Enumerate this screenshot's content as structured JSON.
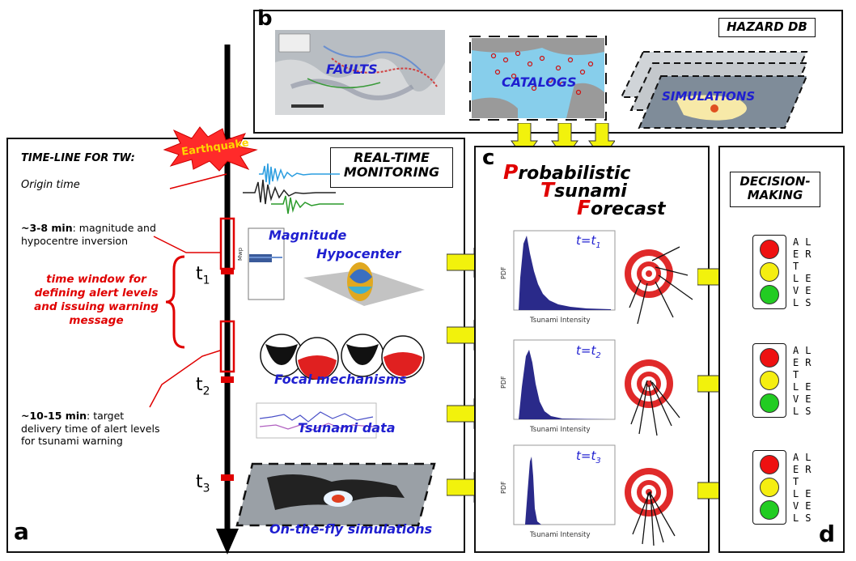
{
  "panels": {
    "a": "a",
    "b": "b",
    "c": "c",
    "d": "d"
  },
  "hazard_db": {
    "title": "HAZARD DB",
    "faults": "FAULTS",
    "catalogs": "CATALOGS",
    "simulations": "SIMULATIONS"
  },
  "timeline": {
    "heading": "TIME-LINE FOR TW:",
    "earthquake": "Earthquake",
    "origin_time": "Origin time",
    "step1_bold": "~3-8 min",
    "step1_rest": ": magnitude and hypocentre inversion",
    "window_text": "time window for defining alert levels and issuing warning message",
    "step2_bold": "~10-15 min",
    "step2_rest": ": target delivery time of alert levels for tsunami warning",
    "t1": "t",
    "t2": "t",
    "t3": "t",
    "t1_sub": "1",
    "t2_sub": "2",
    "t3_sub": "3"
  },
  "monitoring": {
    "title": "REAL-TIME MONITORING",
    "magnitude": "Magnitude",
    "hypocenter": "Hypocenter",
    "focal": "Focal mechanisms",
    "tsunami_data": "Tsunami data",
    "on_the_fly": "On-the-fly simulations",
    "mw_label": "Mwp"
  },
  "forecast": {
    "letters": [
      "P",
      "T",
      "F"
    ],
    "rests": [
      "robabilistic",
      "sunami",
      "orecast"
    ],
    "pdf_label": "PDF",
    "x_label": "Tsunami Intensity",
    "t_labels": [
      "t=t",
      "t=t",
      "t=t"
    ],
    "t_subs": [
      "1",
      "2",
      "3"
    ]
  },
  "decision": {
    "title": "DECISION-MAKING",
    "alert_levels": "ALERT LEVELS",
    "colors": [
      "#ee1111",
      "#f5ee11",
      "#22cc22"
    ]
  }
}
